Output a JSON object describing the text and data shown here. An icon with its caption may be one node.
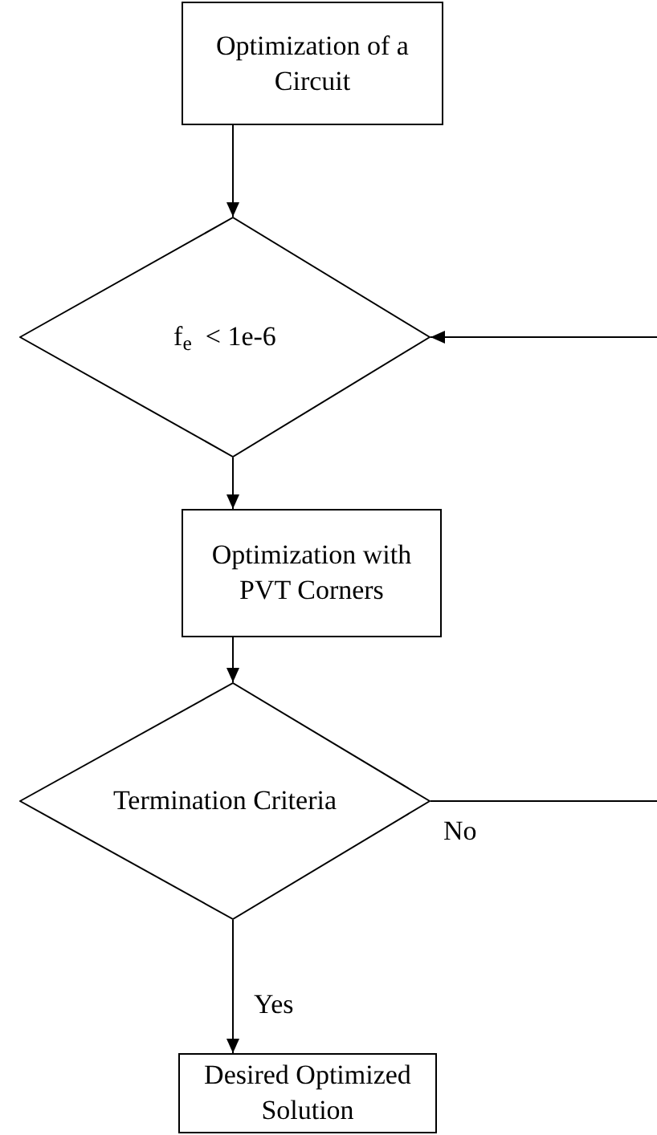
{
  "diagram": {
    "nodes": [
      {
        "text": [
          "Optimization of a Circuit"
        ]
      },
      {
        "text": [
          "f$_{e}$  < 1e-6"
        ]
      },
      {
        "text": [
          "Optimization with PVT Corners"
        ]
      },
      {
        "text": [
          "Termination Criteria"
        ]
      },
      {
        "text": [
          "Desired Optimized Solution"
        ]
      }
    ],
    "edges": [
      {
        "from": 0,
        "to": 1,
        "arrow": "to"
      },
      {
        "from": null,
        "to": 1,
        "arrow": "to"
      },
      {
        "from": 1,
        "to": 2,
        "arrow": "to"
      },
      {
        "from": 2,
        "to": 3,
        "arrow": "to"
      },
      {
        "from": 3,
        "to": null,
        "arrow": "none",
        "label": "No"
      },
      {
        "from": 3,
        "to": 4,
        "arrow": "to",
        "label": "Yes"
      }
    ]
  }
}
